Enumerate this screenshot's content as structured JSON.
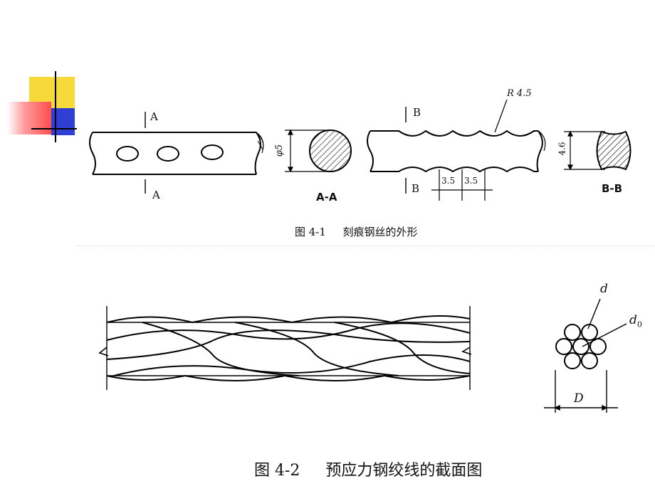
{
  "colors": {
    "square_yellow": "#f7d93a",
    "square_blue": "#2f3fd4",
    "square_red": "#ff4d4d",
    "line": "#000000"
  },
  "figure1": {
    "section_a_top": "A",
    "section_a_bottom": "A",
    "section_a_title": "A-A",
    "diameter_label": "φ5",
    "section_b_top": "B",
    "section_b_bottom": "B",
    "section_b_title": "B-B",
    "radius_label": "R 4.5",
    "pitch_1": "3.5",
    "pitch_2": "3.5",
    "height_label": "4.6",
    "caption_number": "图 4-1",
    "caption_text": "刻痕钢丝的外形"
  },
  "figure2": {
    "d_label": "d",
    "d0_label": "d",
    "d0_sub": "0",
    "D_label": "D",
    "caption_number": "图 4-2",
    "caption_text": "预应力钢绞线的截面图"
  }
}
